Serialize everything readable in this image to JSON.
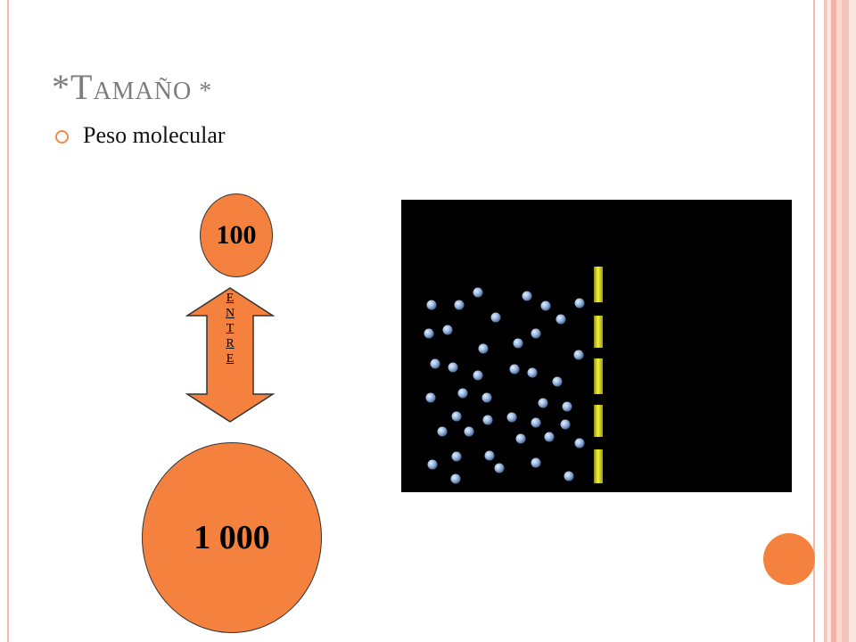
{
  "title": {
    "prefix": "*T",
    "rest": "AMAÑO *"
  },
  "bullets": [
    {
      "text": "Peso molecular"
    }
  ],
  "diagram": {
    "top_value": "100",
    "bottom_value": "1 000",
    "arrow_letters": [
      "E",
      "N",
      "T",
      "R",
      "E"
    ]
  },
  "colors": {
    "accent": "#f4823e",
    "title": "#7d7d7d",
    "frame": "#f3b9ad",
    "panel": "#000000",
    "barrier": "#e6e21e",
    "particle": "#9ab8e0"
  }
}
